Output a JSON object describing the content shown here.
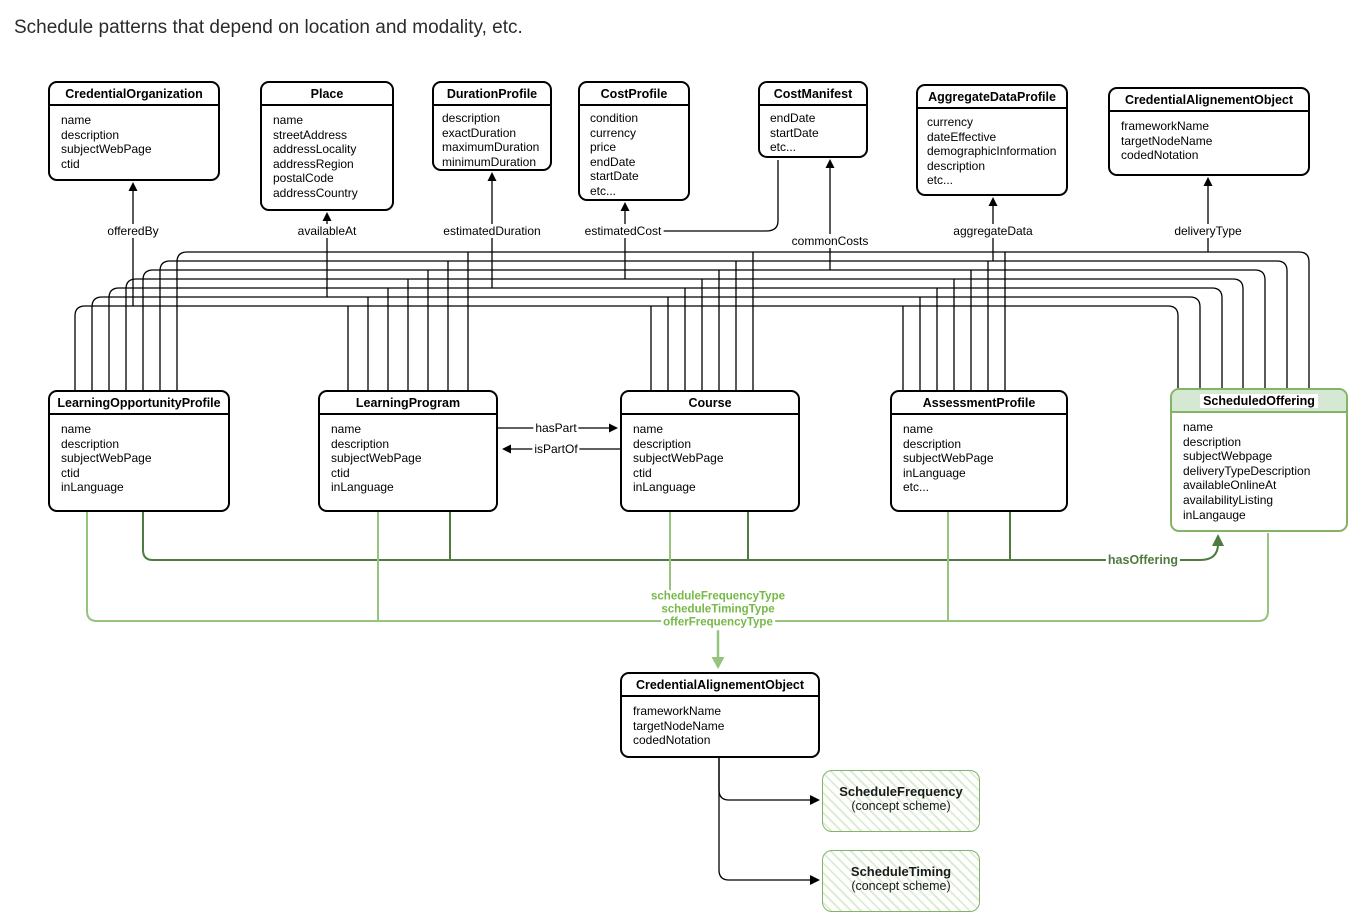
{
  "title": "Schedule patterns that depend on location and modality, etc.",
  "colors": {
    "black_line": "#000000",
    "green_border": "#82b366",
    "green_fill": "#d5e8d4",
    "dark_green_line": "#4e7b3f",
    "light_green_line": "#94c47d",
    "bright_green_label": "#76b947"
  },
  "nodes": {
    "credential_organization": {
      "title": "CredentialOrganization",
      "attrs": [
        "name",
        "description",
        "subjectWebPage",
        "ctid"
      ]
    },
    "place": {
      "title": "Place",
      "attrs": [
        "name",
        "streetAddress",
        "addressLocality",
        "addressRegion",
        "postalCode",
        "addressCountry"
      ]
    },
    "duration_profile": {
      "title": "DurationProfile",
      "attrs": [
        "description",
        "exactDuration",
        "maximumDuration",
        "minimumDuration"
      ]
    },
    "cost_profile": {
      "title": "CostProfile",
      "attrs": [
        "condition",
        "currency",
        "price",
        "endDate",
        "startDate",
        "etc..."
      ]
    },
    "cost_manifest": {
      "title": "CostManifest",
      "attrs": [
        "endDate",
        "startDate",
        "etc..."
      ]
    },
    "aggregate_data_profile": {
      "title": "AggregateDataProfile",
      "attrs": [
        "currency",
        "dateEffective",
        "demographicInformation",
        "description",
        "etc..."
      ]
    },
    "credential_alignement_object_top": {
      "title": "CredentialAlignementObject",
      "attrs": [
        "frameworkName",
        "targetNodeName",
        "codedNotation"
      ]
    },
    "learning_opportunity_profile": {
      "title": "LearningOpportunityProfile",
      "attrs": [
        "name",
        "description",
        "subjectWebPage",
        "ctid",
        "inLanguage"
      ]
    },
    "learning_program": {
      "title": "LearningProgram",
      "attrs": [
        "name",
        "description",
        "subjectWebPage",
        "ctid",
        "inLanguage"
      ]
    },
    "course": {
      "title": "Course",
      "attrs": [
        "name",
        "description",
        "subjectWebPage",
        "ctid",
        "inLanguage"
      ]
    },
    "assessment_profile": {
      "title": "AssessmentProfile",
      "attrs": [
        "name",
        "description",
        "subjectWebPage",
        "inLanguage",
        "etc..."
      ]
    },
    "scheduled_offering": {
      "title": "ScheduledOffering",
      "attrs": [
        "name",
        "description",
        "subjectWebpage",
        "deliveryTypeDescription",
        "availableOnlineAt",
        "availabilityListing",
        "inLangauge"
      ]
    },
    "credential_alignement_object_bottom": {
      "title": "CredentialAlignementObject",
      "attrs": [
        "frameworkName",
        "targetNodeName",
        "codedNotation"
      ]
    },
    "schedule_frequency": {
      "title": "ScheduleFrequency",
      "subtitle": "(concept scheme)"
    },
    "schedule_timing": {
      "title": "ScheduleTiming",
      "subtitle": "(concept scheme)"
    }
  },
  "labels": {
    "offered_by": "offeredBy",
    "available_at": "availableAt",
    "estimated_duration": "estimatedDuration",
    "estimated_cost": "estimatedCost",
    "common_costs": "commonCosts",
    "aggregate_data": "aggregateData",
    "delivery_type": "deliveryType",
    "has_part": "hasPart",
    "is_part_of": "isPartOf",
    "has_offering": "hasOffering",
    "schedule_frequency_type": "scheduleFrequencyType",
    "schedule_timing_type": "scheduleTimingType",
    "offer_frequency_type": "offerFrequencyType"
  }
}
